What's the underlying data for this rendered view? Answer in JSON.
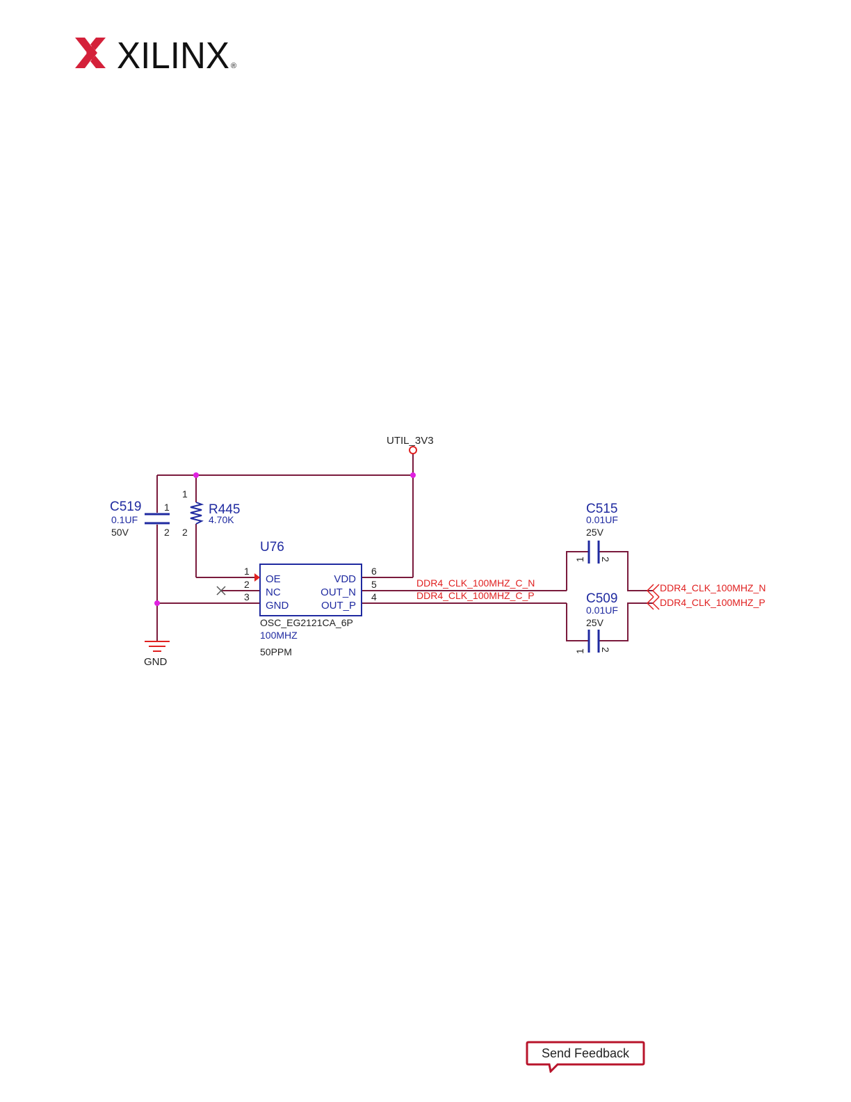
{
  "header": {
    "logo_text": "XILINX",
    "registered_mark": "®"
  },
  "colors": {
    "wire": "#7a1a3c",
    "component": "#1f2aa0",
    "net_label": "#e02020",
    "junction": "#e020e0",
    "text": "#222222",
    "logo_red": "#d4213a",
    "feedback_border": "#b8142b"
  },
  "schematic": {
    "power": {
      "name": "UTIL_3V3"
    },
    "ground": {
      "name": "GND"
    },
    "c519": {
      "refdes": "C519",
      "value": "0.1UF",
      "voltage": "50V",
      "pin1": "1",
      "pin2": "2"
    },
    "r445": {
      "refdes": "R445",
      "value": "4.70K",
      "pin1": "1",
      "pin2": "2"
    },
    "u76": {
      "refdes": "U76",
      "part": "OSC_EG2121CA_6P",
      "freq": "100MHZ",
      "ppm": "50PPM",
      "pins": {
        "oe": {
          "num": "1",
          "name": "OE"
        },
        "nc": {
          "num": "2",
          "name": "NC"
        },
        "gnd": {
          "num": "3",
          "name": "GND"
        },
        "vdd": {
          "num": "6",
          "name": "VDD"
        },
        "out_n": {
          "num": "5",
          "name": "OUT_N"
        },
        "out_p": {
          "num": "4",
          "name": "OUT_P"
        }
      }
    },
    "c515": {
      "refdes": "C515",
      "value": "0.01UF",
      "voltage": "25V",
      "pin1": "1",
      "pin2": "2"
    },
    "c509": {
      "refdes": "C509",
      "value": "0.01UF",
      "voltage": "25V",
      "pin1": "1",
      "pin2": "2"
    },
    "nets": {
      "clk_c_n": "DDR4_CLK_100MHZ_C_N",
      "clk_c_p": "DDR4_CLK_100MHZ_C_P",
      "clk_n": "DDR4_CLK_100MHZ_N",
      "clk_p": "DDR4_CLK_100MHZ_P"
    }
  },
  "footer": {
    "feedback_label": "Send Feedback"
  }
}
